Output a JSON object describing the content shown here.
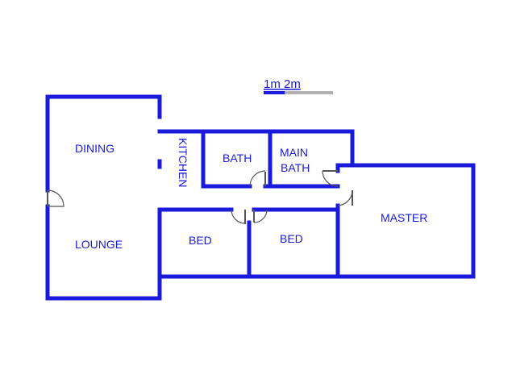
{
  "scale": {
    "label": "1m 2m"
  },
  "rooms": {
    "dining": "DINING",
    "lounge": "LOUNGE",
    "kitchen": "KITCHEN",
    "bath": "BATH",
    "main_bath_line1": "MAIN",
    "main_bath_line2": "BATH",
    "master": "MASTER",
    "bed1": "BED",
    "bed2": "BED"
  },
  "colors": {
    "wall": "#1a1adb",
    "door": "#555555",
    "scale_bar_light": "#b0b0b0"
  }
}
